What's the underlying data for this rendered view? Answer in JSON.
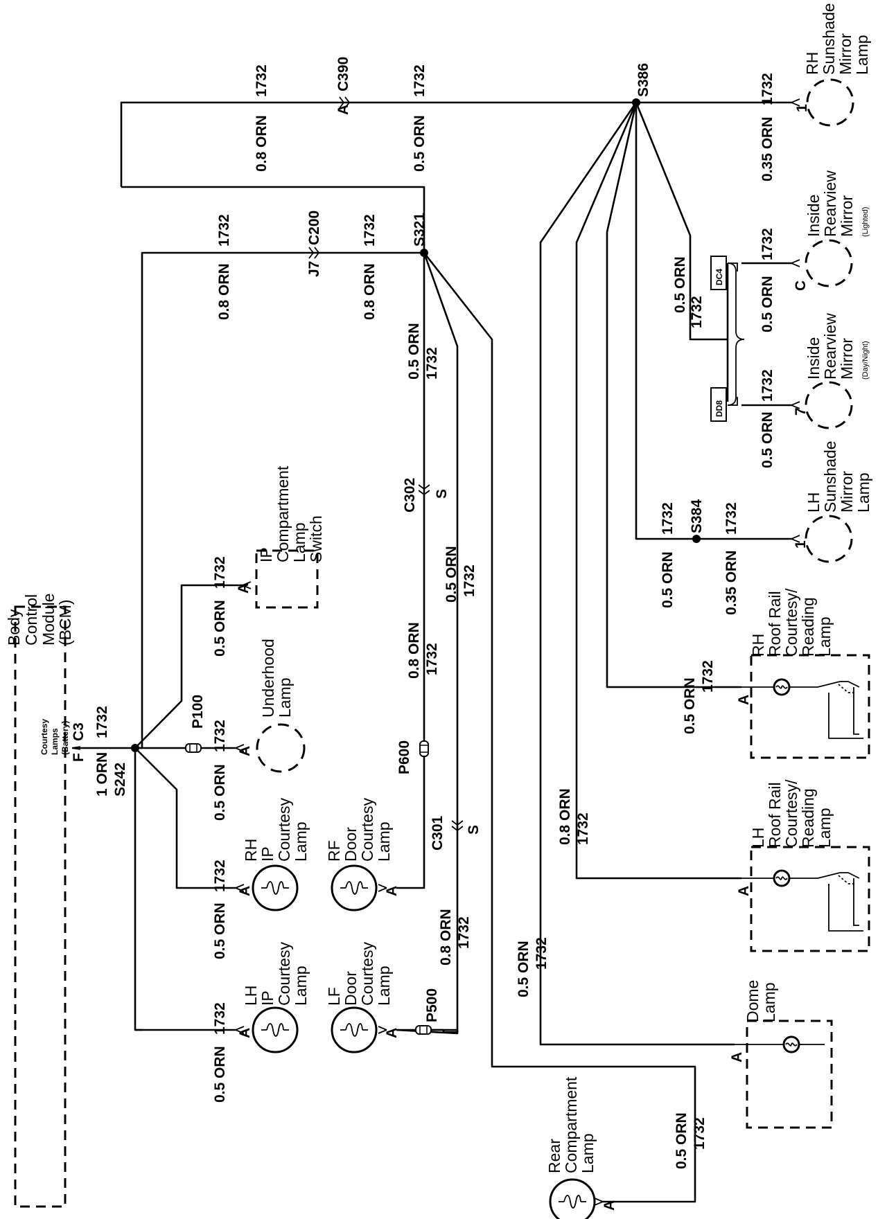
{
  "components": {
    "bcm": [
      "Body",
      "Control",
      "Module",
      "(BCM)"
    ],
    "bcm_sub": [
      "Courtesy",
      "Lamps",
      "(Battery)"
    ],
    "ip_comp_switch": [
      "IP",
      "Compartment",
      "Lamp",
      "Switch"
    ],
    "underhood_lamp": [
      "Underhood",
      "Lamp"
    ],
    "rh_ip_courtesy": [
      "RH",
      "IP",
      "Courtesy",
      "Lamp"
    ],
    "lh_ip_courtesy": [
      "LH",
      "IP",
      "Courtesy",
      "Lamp"
    ],
    "rf_door_courtesy": [
      "RF",
      "Door",
      "Courtesy",
      "Lamp"
    ],
    "lf_door_courtesy": [
      "LF",
      "Door",
      "Courtesy",
      "Lamp"
    ],
    "rh_sunshade": [
      "RH",
      "Sunshade",
      "Mirror",
      "Lamp"
    ],
    "lh_sunshade": [
      "LH",
      "Sunshade",
      "Mirror",
      "Lamp"
    ],
    "inside_mirror_lighted": [
      "Inside",
      "Rearview",
      "Mirror"
    ],
    "inside_mirror_lighted_sub": "(Lighted)",
    "inside_mirror_daynight": [
      "Inside",
      "Rearview",
      "Mirror"
    ],
    "inside_mirror_daynight_sub": "(Day/Night)",
    "rh_roof_rail": [
      "RH",
      "Roof Rail",
      "Courtesy/",
      "Reading",
      "Lamp"
    ],
    "lh_roof_rail": [
      "LH",
      "Roof Rail",
      "Courtesy/",
      "Reading",
      "Lamp"
    ],
    "dome_lamp": [
      "Dome",
      "Lamp"
    ],
    "rear_compartment": [
      "Rear",
      "Compartment",
      "Lamp"
    ]
  },
  "connectors": {
    "bcm_pin": "F",
    "bcm_conn": "C3",
    "c390": "C390",
    "c390_pin": "A",
    "c200": "C200",
    "c200_pin": "J7",
    "c302": "C302",
    "c302_pin": "S",
    "c301": "C301",
    "c301_pin": "S",
    "p100": "P100",
    "p500": "P500",
    "p600": "P600",
    "dc4": "DC4",
    "dd8": "DD8",
    "pin_a": "A",
    "pin_c": "C",
    "pin_1": "1",
    "pin_7": "7"
  },
  "splices": {
    "s242": "S242",
    "s321": "S321",
    "s386": "S386",
    "s384": "S384"
  },
  "wires": {
    "bcm_out": {
      "size": "1 ORN",
      "circuit": "1732"
    },
    "top_left": {
      "size": "0.8 ORN",
      "circuit": "1732"
    },
    "top_mid": {
      "size": "0.5 ORN",
      "circuit": "1732"
    },
    "rh_sunshade": {
      "size": "0.35 ORN",
      "circuit": "1732"
    },
    "c200_left": {
      "size": "0.8 ORN",
      "circuit": "1732"
    },
    "c200_right": {
      "size": "0.8 ORN",
      "circuit": "1732"
    },
    "s321_down": {
      "size": "0.5 ORN",
      "circuit": "1732"
    },
    "c302_down": {
      "size": "0.8 ORN",
      "circuit": "1732"
    },
    "c302_side": {
      "size": "0.5 ORN",
      "circuit": "1732"
    },
    "ip_switch": {
      "size": "0.5 ORN",
      "circuit": "1732"
    },
    "underhood": {
      "size": "0.5 ORN",
      "circuit": "1732"
    },
    "rh_ip": {
      "size": "0.5 ORN",
      "circuit": "1732"
    },
    "lh_ip": {
      "size": "0.5 ORN",
      "circuit": "1732"
    },
    "lf_door": {
      "size": "0.8 ORN",
      "circuit": "1732"
    },
    "mirror_feed": {
      "size": "0.5 ORN",
      "circuit": "1732"
    },
    "mirror_lighted": {
      "size": "0.5 ORN",
      "circuit": "1732"
    },
    "mirror_daynight": {
      "size": "0.5 ORN",
      "circuit": "1732"
    },
    "s384_left": {
      "size": "0.5 ORN",
      "circuit": "1732"
    },
    "s384_right": {
      "size": "0.35 ORN",
      "circuit": "1732"
    },
    "rh_roof": {
      "size": "0.5 ORN",
      "size2": "",
      "circuit": "1732"
    },
    "lh_roof": {
      "size": "0.8 ORN",
      "circuit": "1732"
    },
    "dome": {
      "size": "0.5 ORN",
      "circuit": "1732"
    },
    "rear": {
      "size": "0.5 ORN",
      "circuit": "1732"
    }
  }
}
